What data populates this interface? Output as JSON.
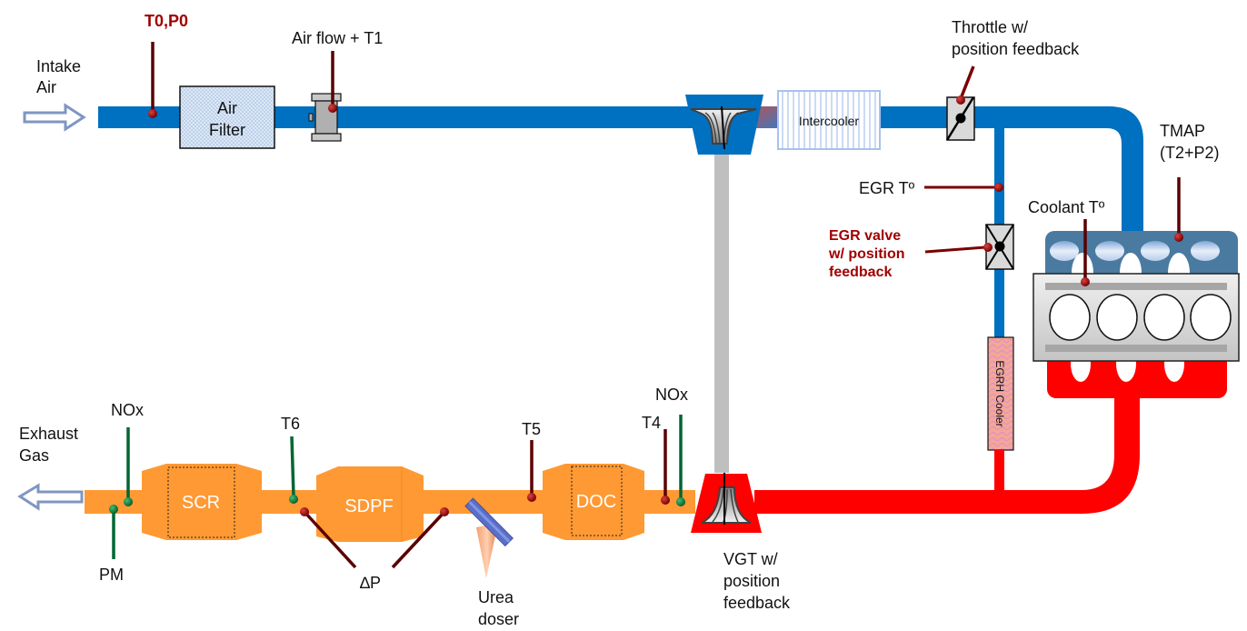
{
  "title": "Diesel engine air path and aftertreatment sensor layout",
  "colors": {
    "intake_pipe": "#0070c0",
    "exhaust_pipe": "#ff0000",
    "aftertreatment_pipe": "#ff9933",
    "turbo_shaft": "#bfbfbf",
    "sensor_red": "#800000",
    "sensor_green": "#006633",
    "arrow_outline": "#7f96c2",
    "label_highlight": "#a00000"
  },
  "flow": {
    "intake_label_line1": "Intake",
    "intake_label_line2": "Air",
    "exhaust_label_line1": "Exhaust",
    "exhaust_label_line2": "Gas"
  },
  "components": {
    "air_filter": {
      "line1": "Air",
      "line2": "Filter"
    },
    "intercooler": "Intercooler",
    "egr_cooler": "EGRH Cooler",
    "scr": "SCR",
    "sdpf": "SDPF",
    "doc": "DOC",
    "compressor": "compressor",
    "turbine": "turbine",
    "engine": "engine"
  },
  "sensors": {
    "t0p0": "T0,P0",
    "airflow_t1": "Air flow + T1",
    "throttle": {
      "line1": "Throttle w/",
      "line2": "position feedback"
    },
    "tmap": {
      "line1": "TMAP",
      "line2": "(T2+P2)"
    },
    "egr_temp": "EGR Tº",
    "egr_valve": {
      "line1": "EGR valve",
      "line2": "w/ position",
      "line3": "feedback"
    },
    "coolant_temp": "Coolant Tº",
    "nox_upstream": "NOx",
    "t4": "T4",
    "t5": "T5",
    "t6": "T6",
    "delta_p": "∆P",
    "nox_downstream": "NOx",
    "pm": "PM",
    "urea_doser": {
      "line1": "Urea",
      "line2": "doser"
    },
    "vgt": {
      "line1": "VGT w/",
      "line2": "position",
      "line3": "feedback"
    }
  }
}
